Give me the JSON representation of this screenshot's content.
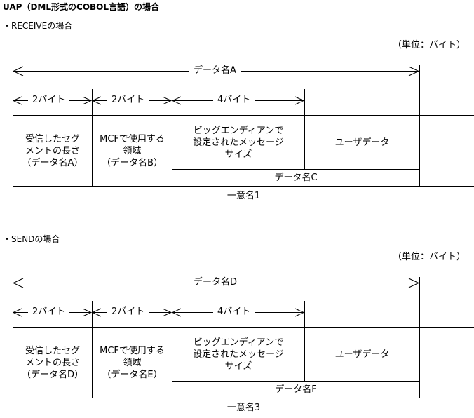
{
  "heading": "UAP（DML形式のCOBOL言語）の場合",
  "sections": [
    {
      "subtitle": "・RECEIVEの場合",
      "unit": "（単位：バイト）",
      "span_label": "データ名A",
      "size1": "2バイト",
      "size2": "2バイト",
      "size3": "4バイト",
      "cell1": [
        "受信したセグ",
        "メントの長さ",
        "（データ名A）"
      ],
      "cell2": [
        "MCFで使用する",
        "領域",
        "（データ名B）"
      ],
      "cell3": [
        "ビッグエンディアンで",
        "設定されたメッセージ",
        "サイズ"
      ],
      "cell4": "ユーザデータ",
      "sub_data": "データ名C",
      "unique": "一意名1"
    },
    {
      "subtitle": "・SENDの場合",
      "unit": "（単位：バイト）",
      "span_label": "データ名D",
      "size1": "2バイト",
      "size2": "2バイト",
      "size3": "4バイト",
      "cell1": [
        "受信したセグ",
        "メントの長さ",
        "（データ名D）"
      ],
      "cell2": [
        "MCFで使用する",
        "領域",
        "（データ名E）"
      ],
      "cell3": [
        "ビッグエンディアンで",
        "設定されたメッセージ",
        "サイズ"
      ],
      "cell4": "ユーザデータ",
      "sub_data": "データ名F",
      "unique": "一意名3"
    }
  ]
}
